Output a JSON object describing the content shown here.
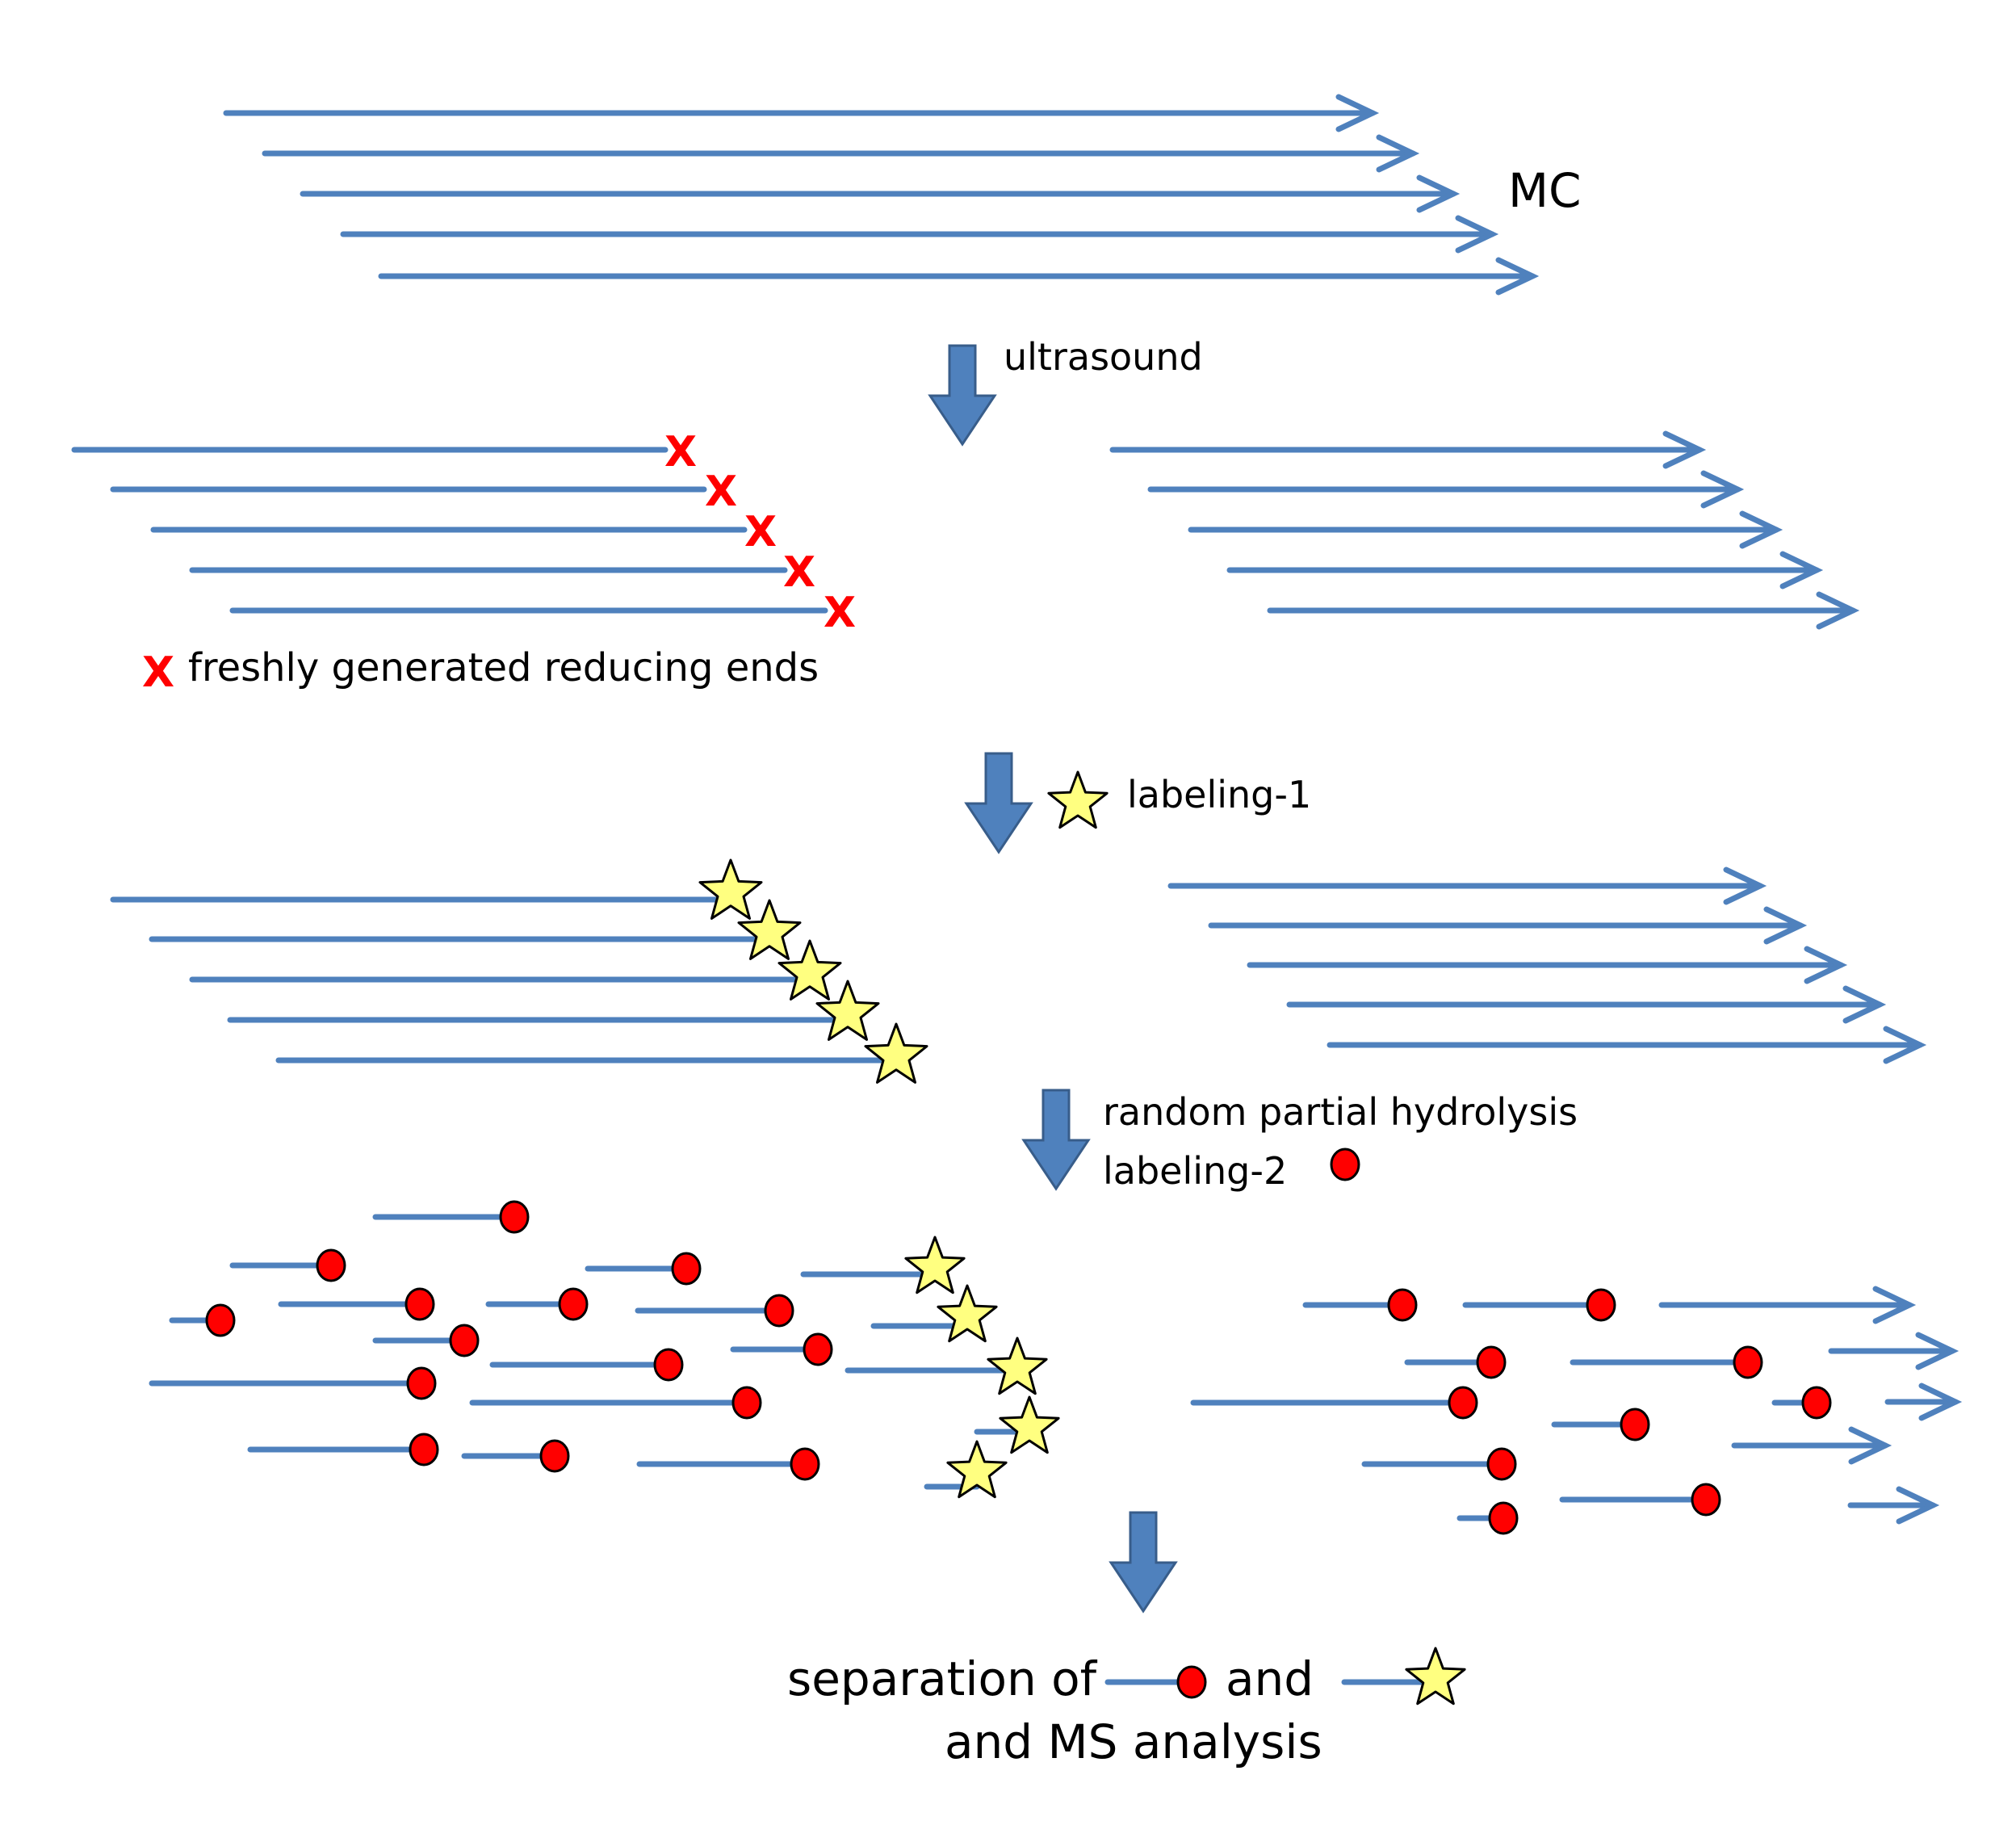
{
  "labels": {
    "mc": "MC",
    "ultrasound": "ultrasound",
    "reducing_marker": "X",
    "reducing_ends": "freshly generated reducing ends",
    "labeling1": "labeling-1",
    "hydrolysis": "random partial hydrolysis",
    "labeling2": "labeling-2",
    "separation": "separation of",
    "and": "and",
    "ms_analysis": "and MS analysis"
  },
  "colors": {
    "chain": "#4f81bd",
    "process_arrow": "#4f81bd",
    "process_arrow_outline": "#385d8a",
    "reducing_end": "#ff0000",
    "label1_star": "#ffff80",
    "label2_dot": "#ff0000"
  },
  "icons": {
    "chain": "arrow-line",
    "process": "down-arrow-icon",
    "label1": "star-icon",
    "label2": "red-dot-icon"
  }
}
